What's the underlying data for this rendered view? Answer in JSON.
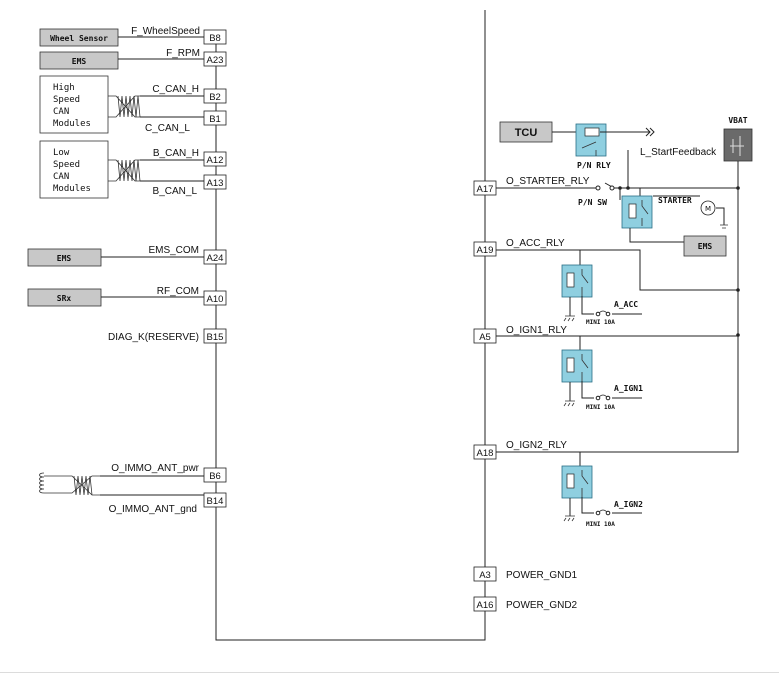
{
  "left_modules": {
    "wheel_sensor": "Wheel Sensor",
    "ems_1": "EMS",
    "high_speed_can": [
      "High",
      "Speed",
      "CAN",
      "Modules"
    ],
    "low_speed_can": [
      "Low",
      "Speed",
      "CAN",
      "Modules"
    ],
    "ems_2": "EMS",
    "srx": "SRx"
  },
  "left_signals": {
    "f_wheelspeed": "F_WheelSpeed",
    "f_rpm": "F_RPM",
    "c_can_h": "C_CAN_H",
    "c_can_l": "C_CAN_L",
    "b_can_h": "B_CAN_H",
    "b_can_l": "B_CAN_L",
    "ems_com": "EMS_COM",
    "rf_com": "RF_COM",
    "diag_k": "DIAG_K(RESERVE)",
    "o_immo_ant_pwr": "O_IMMO_ANT_pwr",
    "o_immo_ant_gnd": "O_IMMO_ANT_gnd"
  },
  "left_pins": {
    "b8": "B8",
    "a23": "A23",
    "b2": "B2",
    "b1": "B1",
    "a12": "A12",
    "a13": "A13",
    "a24": "A24",
    "a10": "A10",
    "b15": "B15",
    "b6": "B6",
    "b14": "B14"
  },
  "right_pins": {
    "a17": "A17",
    "a19": "A19",
    "a5": "A5",
    "a18": "A18",
    "a3": "A3",
    "a16": "A16"
  },
  "right_signals": {
    "o_starter_rly": "O_STARTER_RLY",
    "o_acc_rly": "O_ACC_RLY",
    "o_ign1_rly": "O_IGN1_RLY",
    "o_ign2_rly": "O_IGN2_RLY",
    "power_gnd1": "POWER_GND1",
    "power_gnd2": "POWER_GND2"
  },
  "right_components": {
    "tcu": "TCU",
    "vbat": "VBAT",
    "pn_rly": "P/N RLY",
    "l_startfeedback": "L_StartFeedback",
    "pn_sw": "P/N SW",
    "starter": "STARTER",
    "motor": "M",
    "ems_3": "EMS",
    "a_acc": "A_ACC",
    "a_ign1": "A_IGN1",
    "a_ign2": "A_IGN2",
    "fuse_1": "MINI 10A",
    "fuse_2": "MINI 10A",
    "fuse_3": "MINI 10A"
  }
}
